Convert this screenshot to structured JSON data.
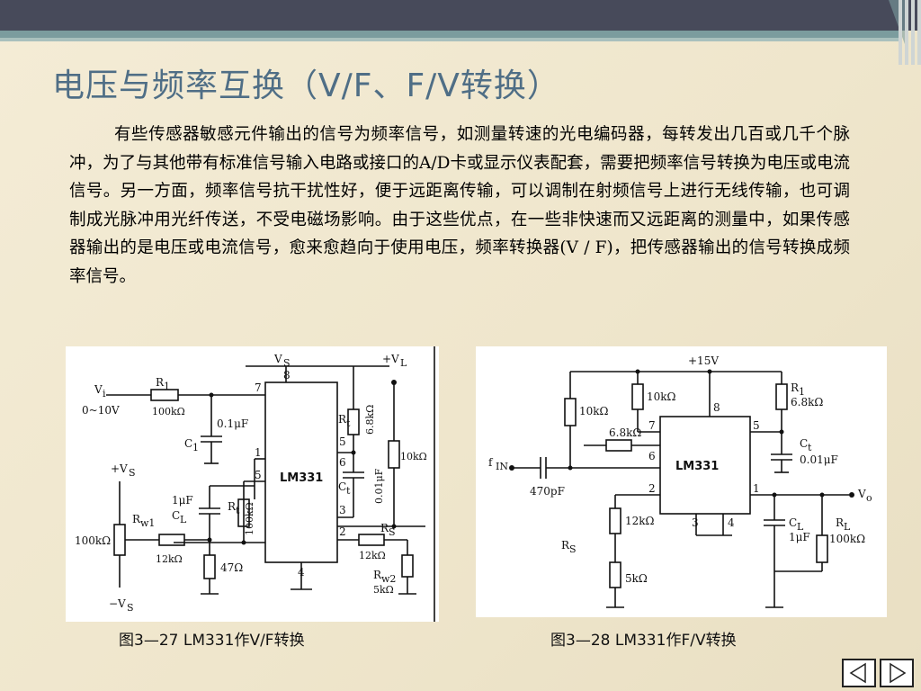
{
  "slide": {
    "title": "电压与频率互换（V/F、F/V转换）",
    "paragraph": "有些传感器敏感元件输出的信号为频率信号，如测量转速的光电编码器，每转发出几百或几千个脉冲，为了与其他带有标准信号输入电路或接口的A/D卡或显示仪表配套，需要把频率信号转换为电压或电流信号。另一方面，频率信号抗干扰性好，便于远距离传输，可以调制在射频信号上进行无线传输，也可调制成光脉冲用光纤传送，不受电磁场影响。由于这些优点，在一些非快速而又远距离的测量中，如果传感器输出的是电压或电流信号，愈来愈趋向于使用电压，频率转换器(V / F)，把传感器输出的信号转换成频率信号。"
  },
  "figures": {
    "fig1": {
      "caption": "图3—27  LM331作V/F转换",
      "chip": "LM331",
      "labels": {
        "vs": "V",
        "vs_sub": "S",
        "vl": "+V",
        "vl_sub": "L",
        "vi": "V",
        "vi_sub": "i",
        "vi_range": "0~10V",
        "r1": "R",
        "r1_sub": "1",
        "r1_val": "100kΩ",
        "c1_val": "0.1μF",
        "c1": "C",
        "c1_sub": "1",
        "pvs": "+V",
        "pvs_sub": "S",
        "nvs": "−V",
        "nvs_sub": "S",
        "rw1": "R",
        "rw1_sub": "w1",
        "pot": "100kΩ",
        "r12k": "12kΩ",
        "r47": "47Ω",
        "cl_val": "1μF",
        "cl": "C",
        "cl_sub": "L",
        "rt": "R",
        "rt_sub": "t",
        "rt_val": "100kΩ",
        "rt2": "R",
        "rt2_sub": "t",
        "r68": "6.8kΩ",
        "ct": "C",
        "ct_sub": "t",
        "ct_val": "0.01μF",
        "r10k": "10kΩ",
        "rs": "R",
        "rs_sub": "S",
        "rs_val": "12kΩ",
        "rw2": "R",
        "rw2_sub": "w2",
        "rw2_val": "5kΩ",
        "p8": "8",
        "p7": "7",
        "p6": "6",
        "p5": "5",
        "p1": "1",
        "p3": "3",
        "p2": "2",
        "p4": "4"
      }
    },
    "fig2": {
      "caption": "图3—28  LM331作F/V转换",
      "chip": "LM331",
      "labels": {
        "v15": "+15V",
        "r10a": "10kΩ",
        "r10b": "10kΩ",
        "r68": "6.8kΩ",
        "r1": "R",
        "r1_sub": "1",
        "r1_val": "6.8kΩ",
        "fin": "f",
        "fin_sub": "IN",
        "c470": "470pF",
        "c1": "C",
        "c1_sub": "t",
        "c1_val": "0.01μF",
        "r12k": "12kΩ",
        "rs": "R",
        "rs_sub": "S",
        "r5k": "5kΩ",
        "cl": "C",
        "cl_sub": "L",
        "cl_val": "1μF",
        "rl": "R",
        "rl_sub": "L",
        "rl_val": "100kΩ",
        "vo": "V",
        "vo_sub": "o",
        "p8": "8",
        "p7": "7",
        "p6": "6",
        "p5": "5",
        "p2": "2",
        "p1": "1",
        "p3": "3",
        "p4": "4"
      }
    }
  },
  "nav": {
    "prev_icon": "triangle-left-icon",
    "next_icon": "triangle-right-icon"
  }
}
